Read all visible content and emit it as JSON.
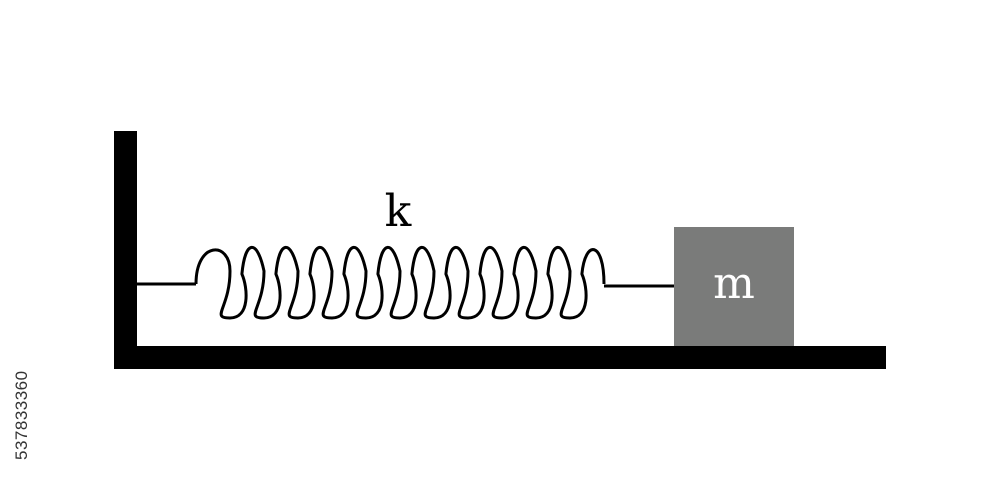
{
  "spring": {
    "label": "k",
    "coil_count": 11
  },
  "mass": {
    "label": "m",
    "color": "#7a7b7a"
  },
  "wall": {
    "color": "#000000"
  },
  "stock_id": "537833360"
}
